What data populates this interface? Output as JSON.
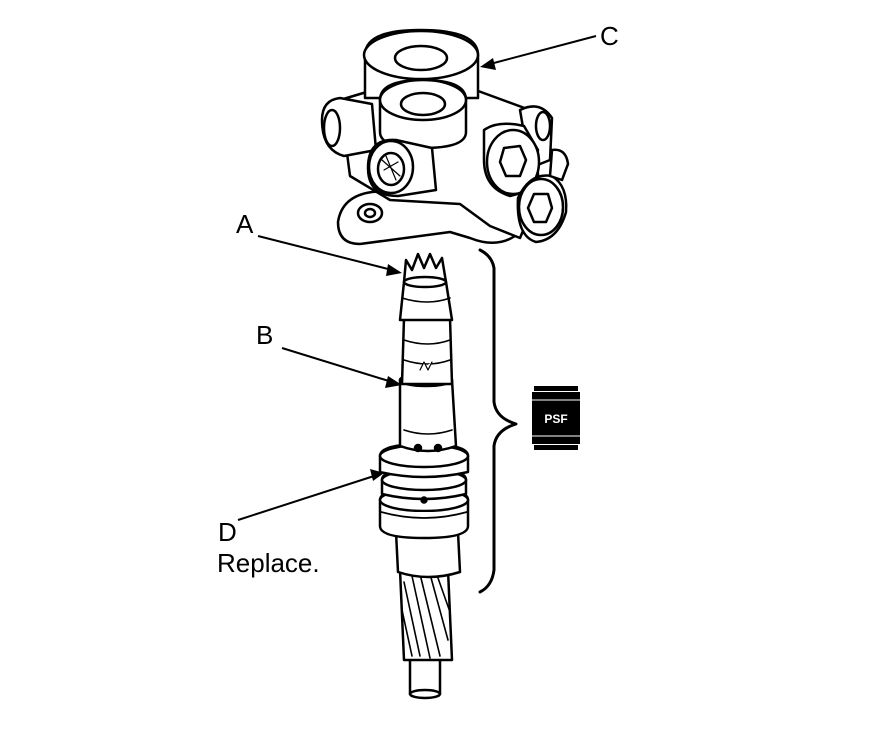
{
  "callouts": {
    "a": "A",
    "b": "B",
    "c": "C",
    "d": "D",
    "d_note": "Replace."
  },
  "symbol": {
    "text": "PSF",
    "icon": "fluid-container-icon"
  },
  "colors": {
    "line": "#000000",
    "fill": "#ffffff",
    "symbol": "#000000"
  }
}
